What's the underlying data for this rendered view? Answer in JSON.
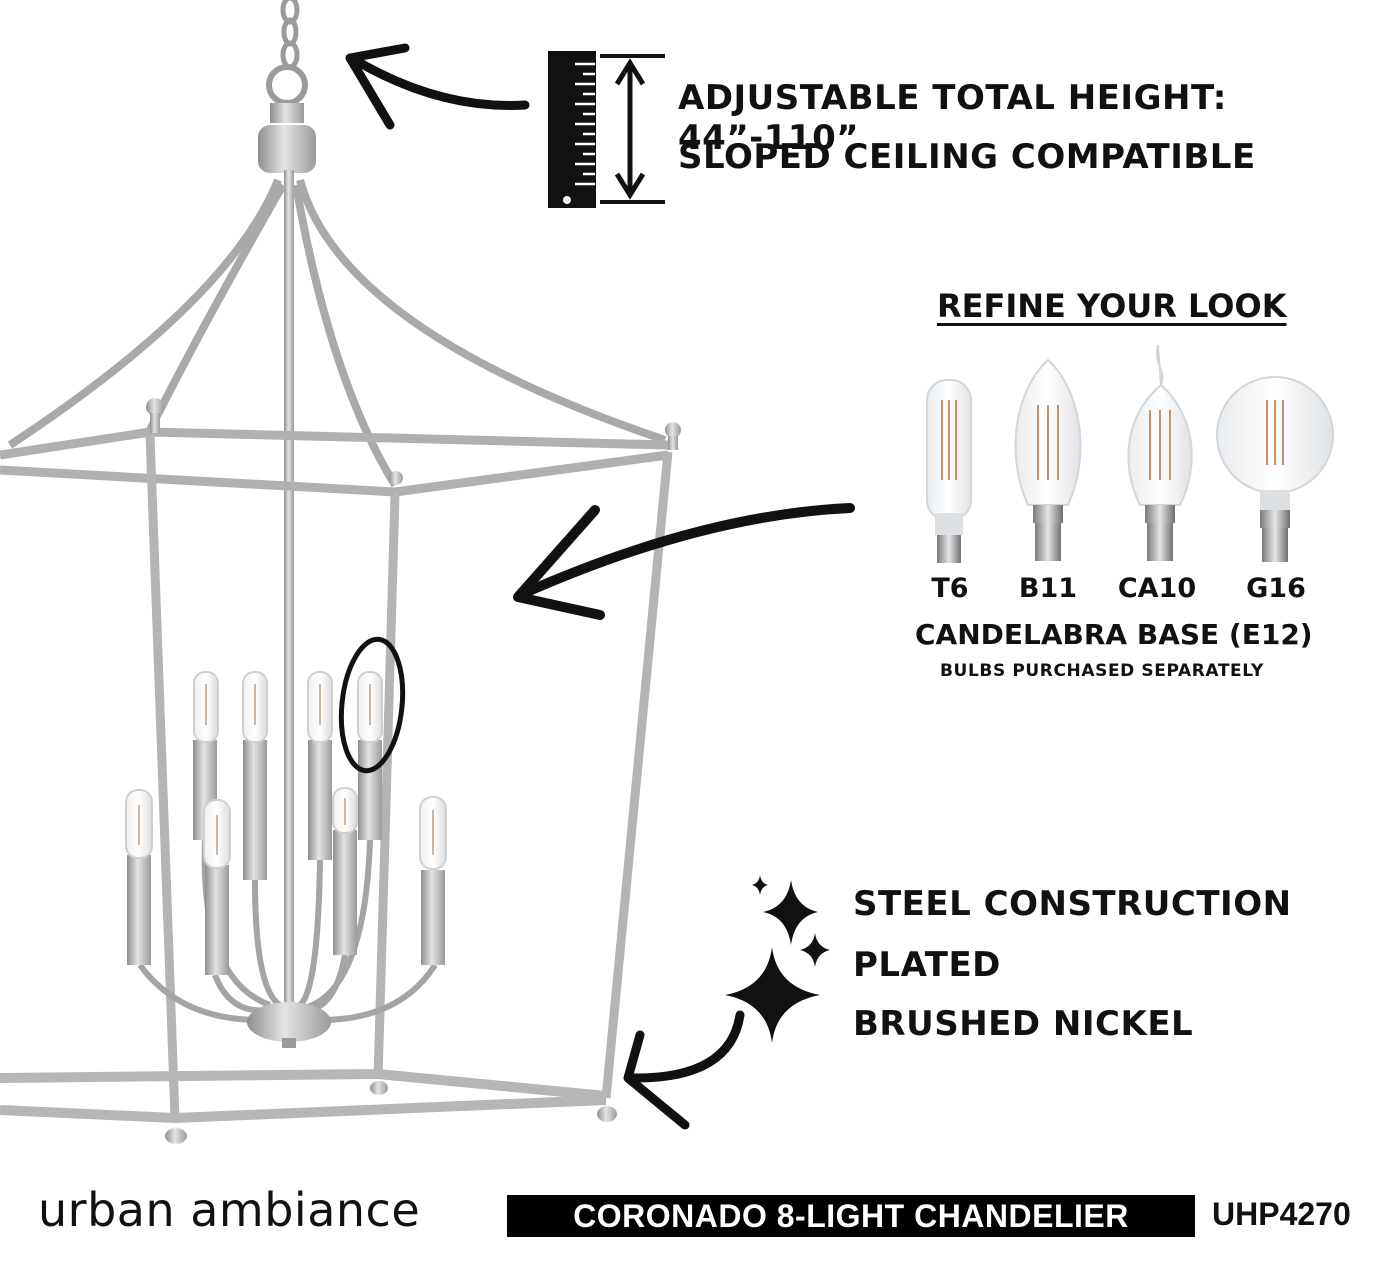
{
  "height_feature": {
    "line1": "ADJUSTABLE TOTAL HEIGHT: 44”-110”",
    "line2": "SLOPED CEILING COMPATIBLE",
    "icon": "ruler-icon"
  },
  "bulbs": {
    "heading": "REFINE YOUR LOOK",
    "items": [
      {
        "label": "T6",
        "icon": "tube-bulb-icon"
      },
      {
        "label": "B11",
        "icon": "torpedo-bulb-icon"
      },
      {
        "label": "CA10",
        "icon": "flame-tip-bulb-icon"
      },
      {
        "label": "G16",
        "icon": "globe-bulb-icon"
      }
    ],
    "base": "CANDELABRA BASE (E12)",
    "note": "BULBS PURCHASED SEPARATELY"
  },
  "material_feature": {
    "line1": "STEEL CONSTRUCTION",
    "line2": "PLATED",
    "line3": "BRUSHED NICKEL",
    "icon": "sparkle-icon"
  },
  "footer": {
    "brand": "urban ambiance",
    "product_name": "CORONADO 8-LIGHT CHANDELIER",
    "sku": "UHP4270"
  },
  "colors": {
    "finish": "#b9b9bb",
    "ink": "#111111"
  }
}
